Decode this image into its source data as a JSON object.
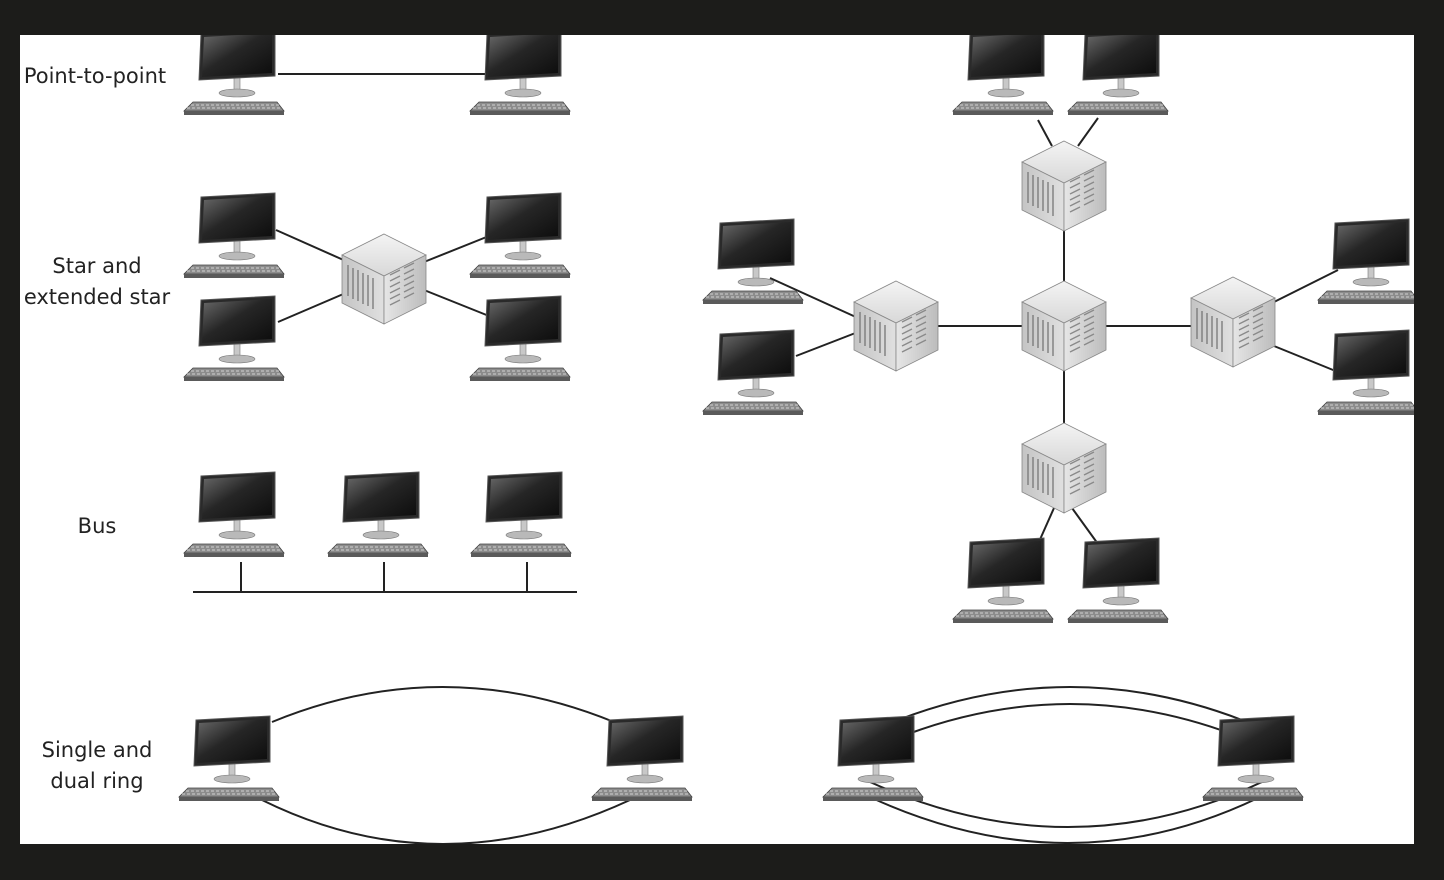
{
  "labels": {
    "point_to_point": "Point-to-point",
    "star_line1": "Star and",
    "star_line2": "extended star",
    "bus": "Bus",
    "ring_line1": "Single and",
    "ring_line2": "dual ring"
  },
  "icons": {
    "computer": "computer-icon",
    "hub": "hub-icon"
  },
  "colors": {
    "background": "#1c1c1a",
    "canvas": "#ffffff",
    "link": "#222222"
  }
}
